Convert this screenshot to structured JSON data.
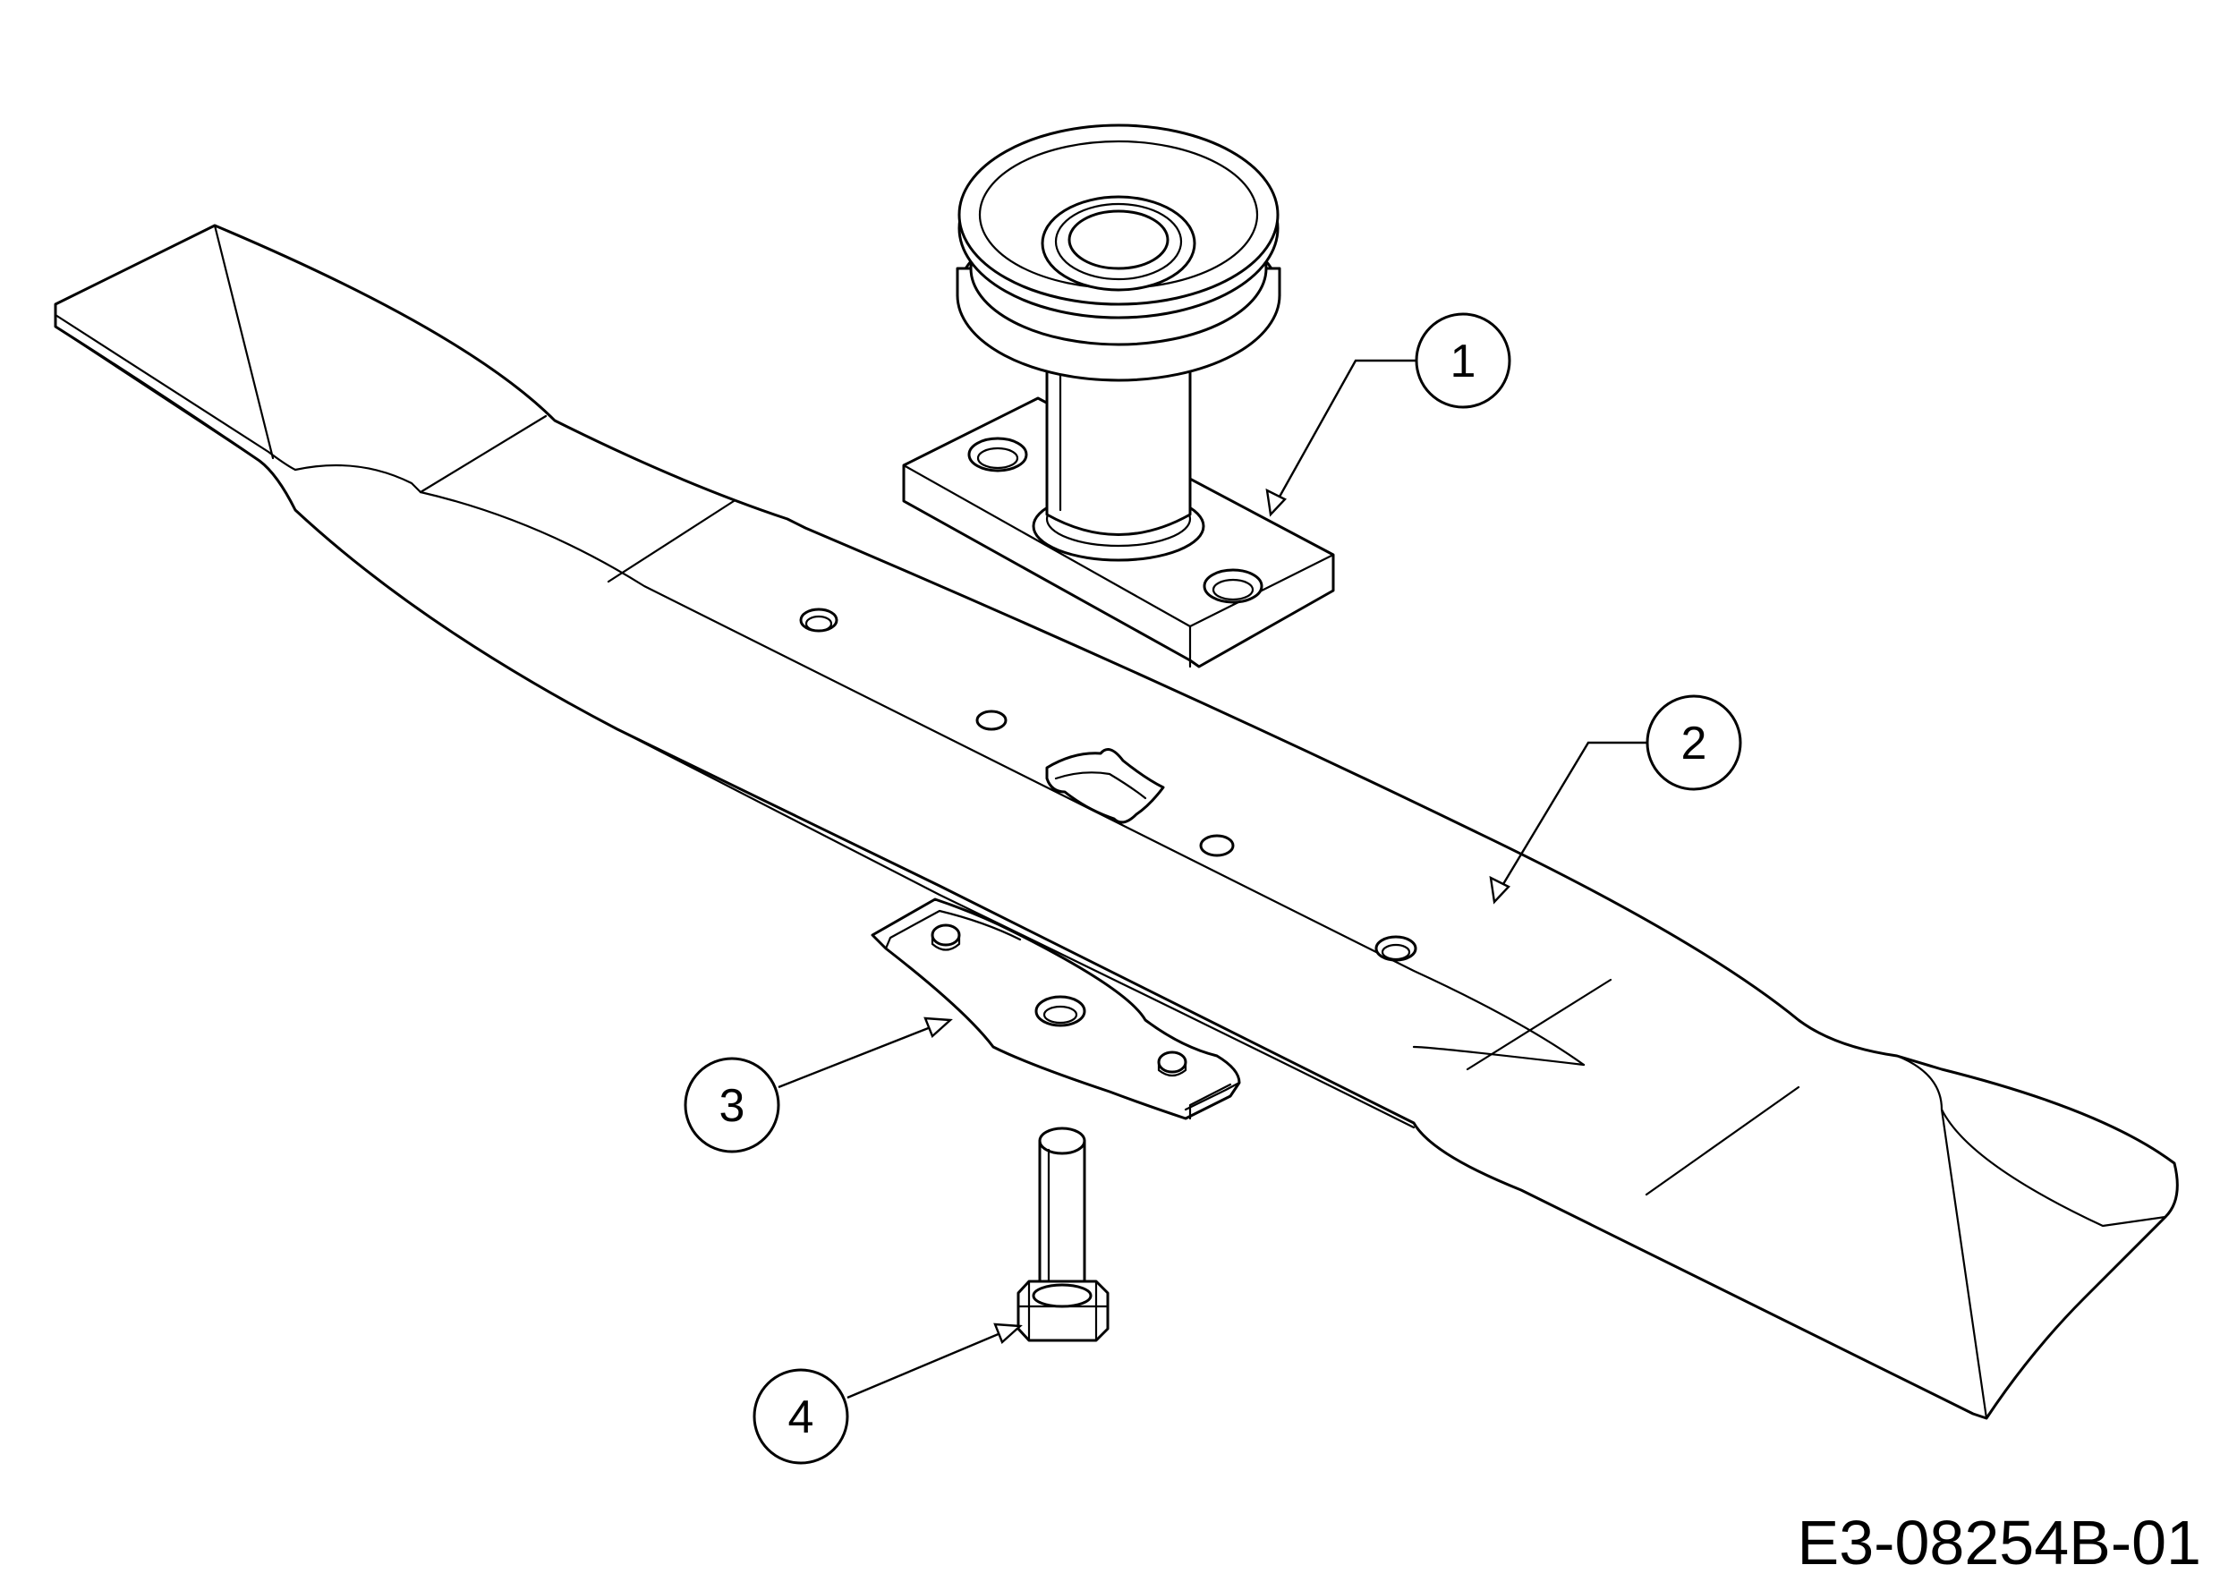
{
  "callouts": [
    {
      "number": "1",
      "part": "spindle-with-pulley"
    },
    {
      "number": "2",
      "part": "mower-blade"
    },
    {
      "number": "3",
      "part": "blade-adapter"
    },
    {
      "number": "4",
      "part": "hex-bolt"
    }
  ],
  "drawing_reference": "E3-08254B-01",
  "colors": {
    "line": "#000000",
    "fill": "#ffffff"
  }
}
